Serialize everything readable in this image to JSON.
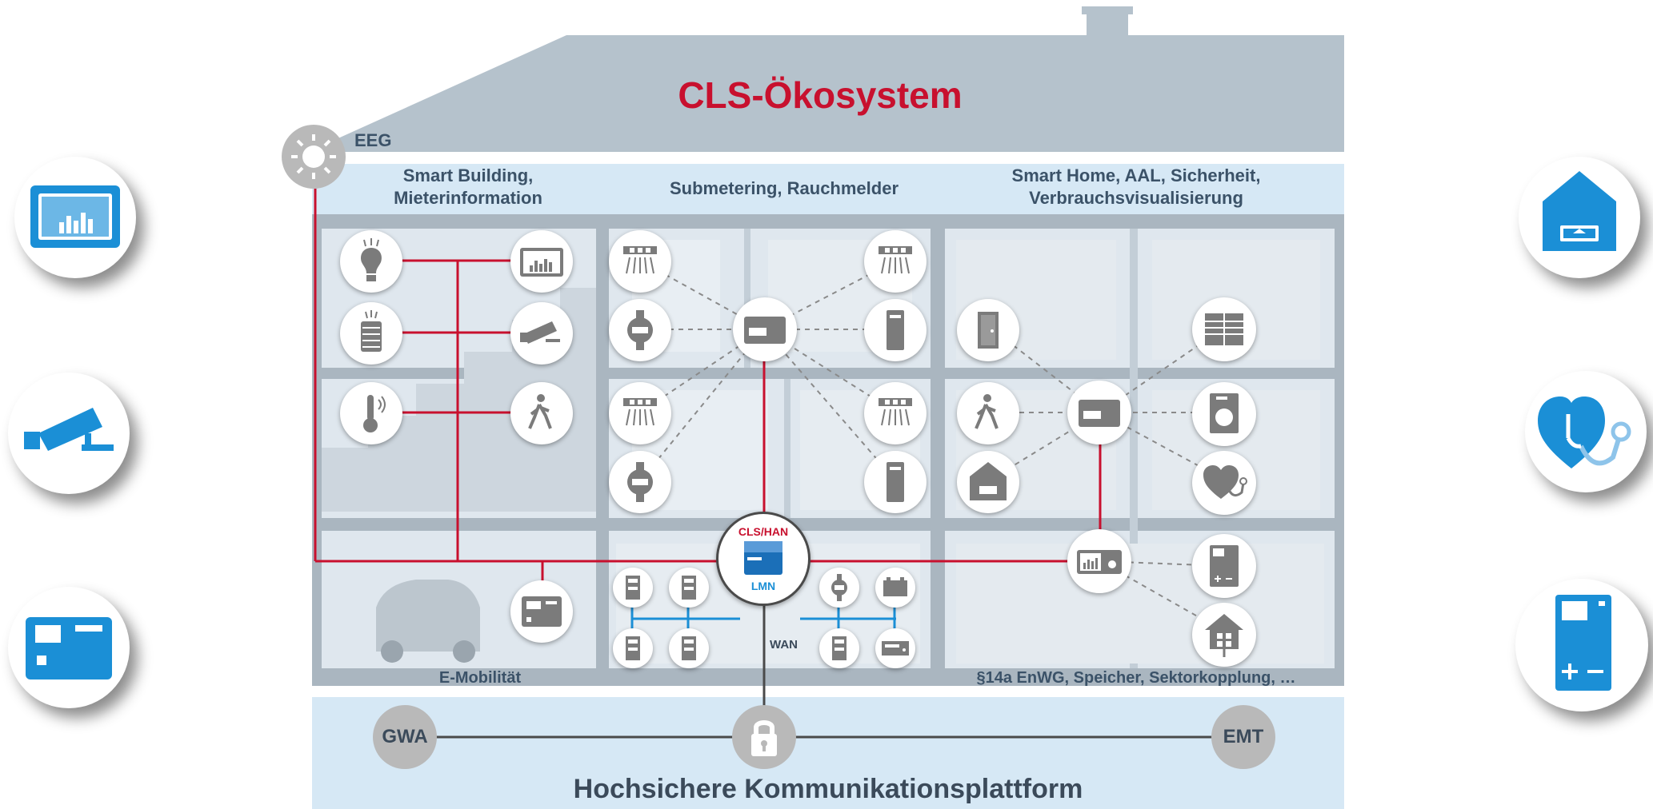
{
  "header": {
    "title": "CLS-Ökosystem"
  },
  "eeg": {
    "label": "EEG"
  },
  "zones": {
    "smart_building": {
      "line1": "Smart Building,",
      "line2": "Mieterinformation"
    },
    "submetering": {
      "label": "Submetering, Rauchmelder"
    },
    "smart_home": {
      "line1": "Smart Home, AAL, Sicherheit,",
      "line2": "Verbrauchsvisualisierung"
    },
    "emobility": {
      "label": "E-Mobilität"
    },
    "enwg": {
      "label": "§14a EnWG, Speicher, Sektorkopplung, …"
    }
  },
  "gateway": {
    "top_label": "CLS/HAN",
    "bottom_label": "LMN",
    "wan_label": "WAN"
  },
  "platform": {
    "gwa": "GWA",
    "emt": "EMT",
    "title": "Hochsichere  Kommunikationsplattform"
  },
  "colors": {
    "accent_red": "#c8102e",
    "blue": "#1b8fd6",
    "roof_gray": "#b5c2cc",
    "band_blue": "#d6e8f5",
    "icon_gray": "#7b7b7b"
  }
}
